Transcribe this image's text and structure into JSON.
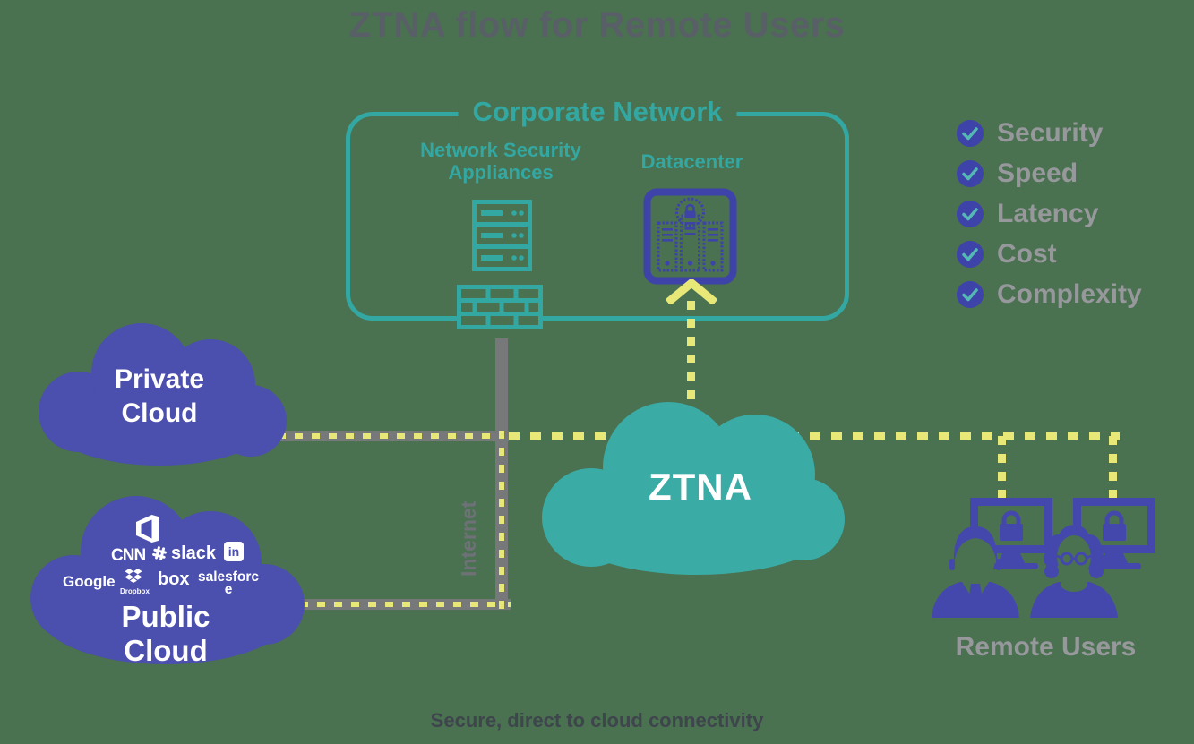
{
  "page": {
    "title": "ZTNA flow for Remote Users",
    "footer": "Secure, direct to cloud connectivity"
  },
  "corporate_network": {
    "label": "Corporate Network",
    "appliances_label": "Network Security Appliances",
    "datacenter_label": "Datacenter"
  },
  "benefits": [
    "Security",
    "Speed",
    "Latency",
    "Cost",
    "Complexity"
  ],
  "clouds": {
    "private": {
      "label": "Private Cloud"
    },
    "ztna": {
      "label": "ZTNA"
    },
    "public": {
      "label": "Public Cloud",
      "logos": {
        "cnn": "CNN",
        "slack": "slack",
        "linkedin": "in",
        "google": "Google",
        "dropbox": "Dropbox",
        "box": "box",
        "salesforce": "salesforce"
      }
    }
  },
  "remote_users": {
    "label": "Remote Users"
  },
  "internet_label": "Internet",
  "colors": {
    "background": "#4a7150",
    "teal": "#33a8a2",
    "cloud_purple": "#4b4fae",
    "icon_indigo": "#3e43a9",
    "dash_yellow": "#e7e878",
    "line_gray": "#76787a",
    "muted_text_gray": "#96989c",
    "title_gray": "#595f66",
    "footer_gray": "#3e454c"
  }
}
